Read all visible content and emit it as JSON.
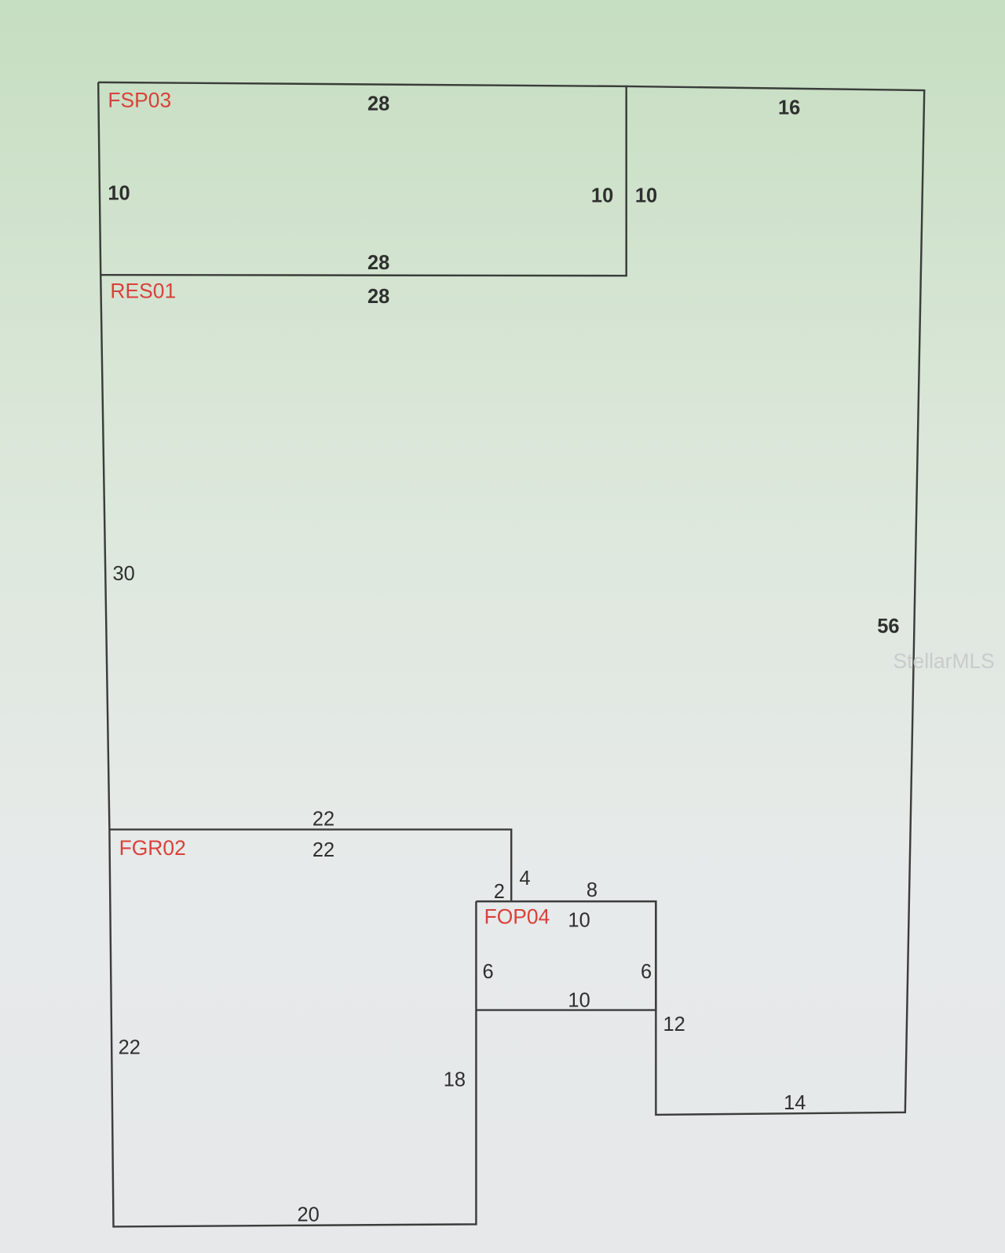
{
  "areas": {
    "fsp03": "FSP03",
    "res01": "RES01",
    "fgr02": "FGR02",
    "fop04": "FOP04"
  },
  "dimensions": {
    "fsp03_top": "28",
    "fsp03_left": "10",
    "fsp03_right": "10",
    "fsp03_bottom": "28",
    "outer_right_top": "16",
    "outer_right_side": "10",
    "res01_top": "28",
    "res01_left": "30",
    "outer_right": "56",
    "fgr02_top_outer": "22",
    "fgr02_top_inner": "22",
    "fgr02_left": "22",
    "fgr02_right": "18",
    "fgr02_bottom": "20",
    "jog_2": "2",
    "jog_4": "4",
    "fop04_top_outer": "8",
    "fop04_top": "10",
    "fop04_left": "6",
    "fop04_right": "6",
    "fop04_bottom": "10",
    "notch_12": "12",
    "bottom_14": "14"
  },
  "watermark": "StellarMLS",
  "colors": {
    "area_label": "#d9413a",
    "line": "#3a3d3a",
    "background_top": "#c9dfc4",
    "background_bottom": "#e8eaea"
  }
}
